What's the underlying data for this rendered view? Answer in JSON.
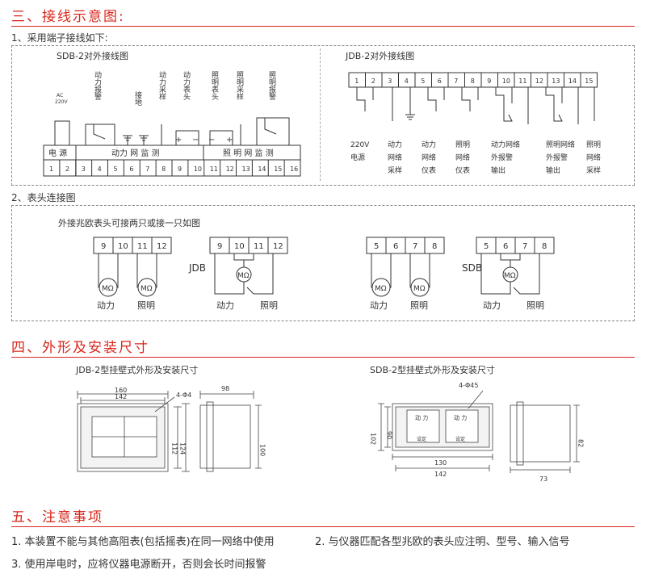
{
  "sections": {
    "s3": {
      "title": "三、接线示意图:",
      "sub1": "1、采用端子接线如下:",
      "sub2": "2、表头连接图"
    },
    "s4": {
      "title": "四、外形及安装尺寸"
    },
    "s5": {
      "title": "五、注意事项"
    }
  },
  "sdb_wiring": {
    "title": "SDB-2对外接线图",
    "ac_label": [
      "AC",
      "220V"
    ],
    "top_labels": [
      "动力报警",
      "接地",
      "动力采样",
      "动力表头",
      "照明表头",
      "照明采样",
      "照明报警"
    ],
    "group_labels": [
      "电 源",
      "动力 网 监 测",
      "照 明 网 监 测"
    ],
    "terminals": [
      "1",
      "2",
      "3",
      "4",
      "5",
      "6",
      "7",
      "8",
      "9",
      "10",
      "11",
      "12",
      "13",
      "14",
      "15",
      "16"
    ],
    "plus": "+",
    "minus": "−"
  },
  "jdb_wiring": {
    "title": "JDB-2对外接线图",
    "terminals": [
      "1",
      "2",
      "3",
      "4",
      "5",
      "6",
      "7",
      "8",
      "9",
      "10",
      "11",
      "12",
      "13",
      "14",
      "15"
    ],
    "bottom_labels": [
      [
        "220V",
        "电源"
      ],
      [
        "动力",
        "网络",
        "采样"
      ],
      [
        "动力",
        "网络",
        "仪表"
      ],
      [
        "照明",
        "网络",
        "仪表"
      ],
      [
        "动力网络",
        "外报警",
        "输出"
      ],
      [
        "照明网络",
        "外报警",
        "输出"
      ],
      [
        "照明",
        "网络",
        "采样"
      ]
    ]
  },
  "meter": {
    "intro": "外接兆欧表头可接两只或接一只如图",
    "jdb_label": "JDB",
    "sdb_label": "SDB",
    "jdb_terms": [
      "9",
      "10",
      "11",
      "12"
    ],
    "sdb_terms": [
      "5",
      "6",
      "7",
      "8"
    ],
    "meter_symbol": "MΩ",
    "power": "动力",
    "lighting": "照明"
  },
  "dims": {
    "jdb_title": "JDB-2型挂壁式外形及安装尺寸",
    "sdb_title": "SDB-2型挂壁式外形及安装尺寸",
    "jdb": {
      "w_outer": "160",
      "w_inner": "142",
      "holes": "4-Φ4",
      "h_inner": "112",
      "h_outer": "124",
      "depth": "98",
      "side_h": "100"
    },
    "sdb": {
      "holes": "4-Φ45",
      "h_outer": "102",
      "h_inner": "90",
      "w_inner": "130",
      "w_outer": "142",
      "side_h": "82",
      "depth": "73",
      "panel_label": "动 力",
      "panel_sub": "设定"
    }
  },
  "notes": {
    "n1": "1. 本装置不能与其他高阻表(包括摇表)在同一网络中使用",
    "n2": "2. 与仪器匹配各型兆欧的表头应注明、型号、输入信号",
    "n3": "3. 使用岸电时，应将仪器电源断开，否则会长时间报警"
  }
}
